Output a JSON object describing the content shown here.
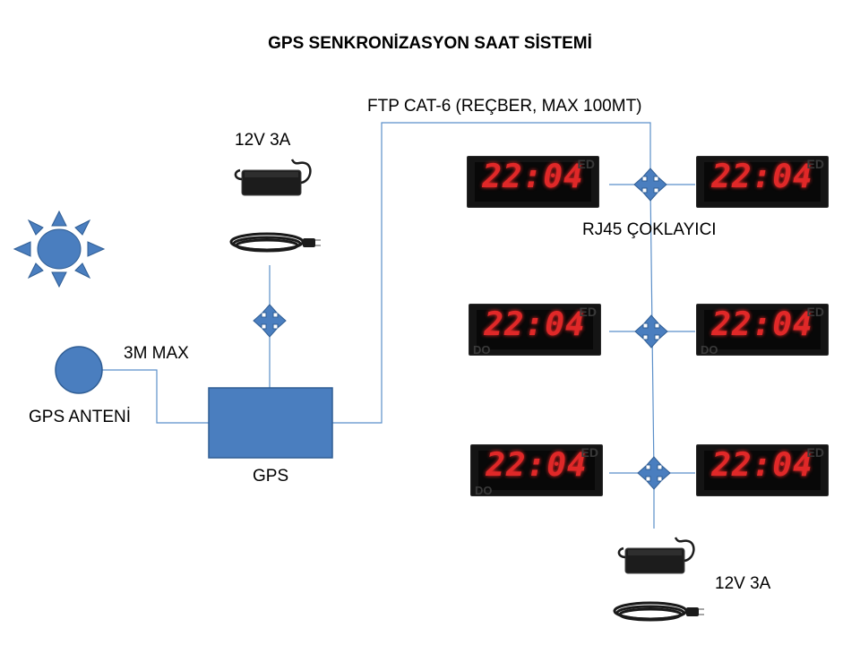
{
  "title": "GPS SENKRONİZASYON SAAT SİSTEMİ",
  "labels": {
    "power_top": "12V 3A",
    "power_bottom": "12V 3A",
    "cable": "FTP CAT-6 (REÇBER, MAX 100MT)",
    "splitter": "RJ45 ÇOKLAYICI",
    "antenna_dist": "3M MAX",
    "antenna": "GPS ANTENİ",
    "gps": "GPS"
  },
  "clock": {
    "time": "22:04",
    "watermark": "ED",
    "watermark2": "DO"
  },
  "colors": {
    "shape_fill": "#4a7ebf",
    "shape_stroke": "#2f5d94",
    "line": "#5b8fc9",
    "digit": "#e02828"
  },
  "icons": [
    "sun-icon",
    "antenna-icon",
    "gps-box",
    "splitter-icon",
    "power-adapter-icon",
    "power-cable-icon",
    "led-clock"
  ]
}
